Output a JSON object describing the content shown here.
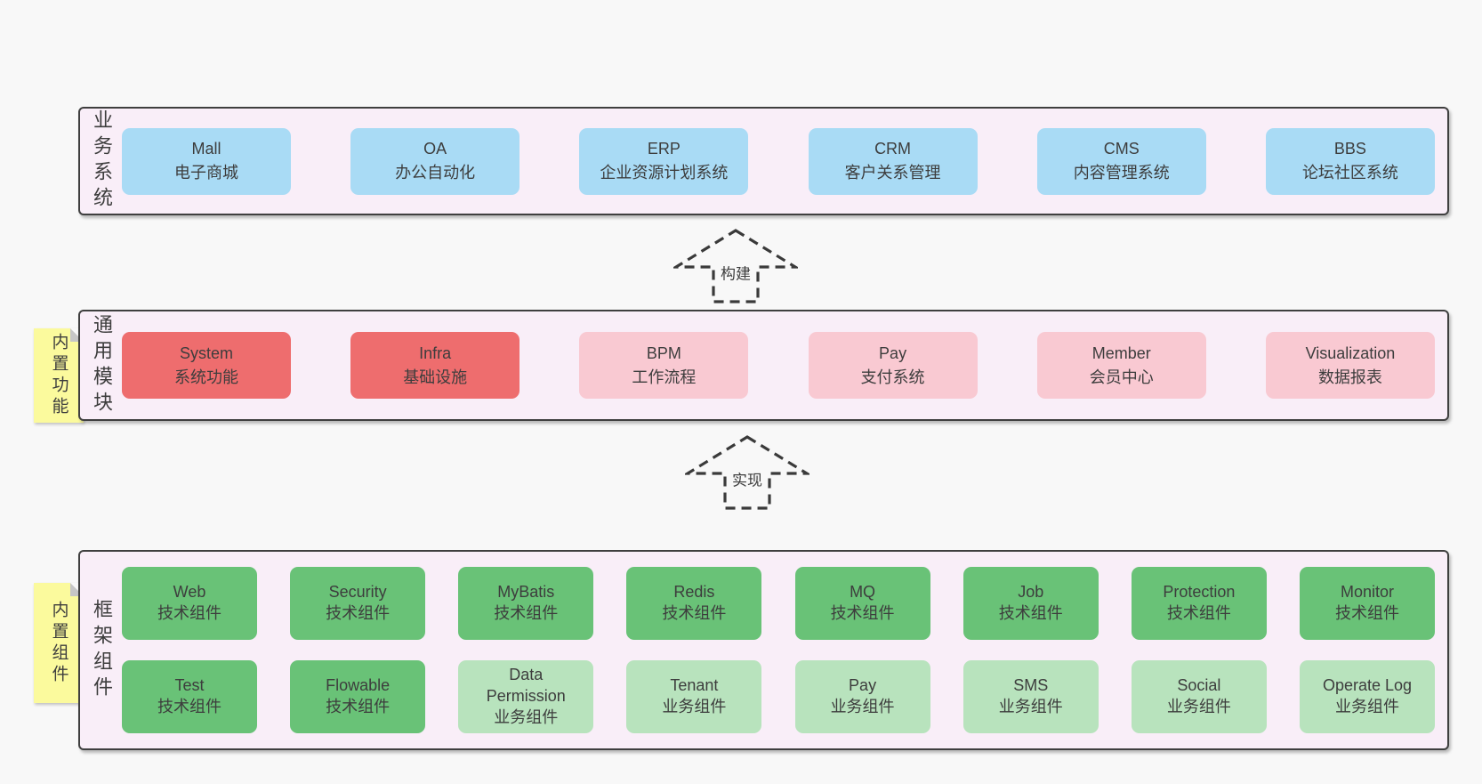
{
  "palette": {
    "page_bg": "#f8f8f8",
    "panel_bg": "#f9eef8",
    "panel_border": "#3f3f3f",
    "blue": "#a9dbf5",
    "red": "#ee6d6e",
    "pink": "#f9c9d2",
    "green": "#69c277",
    "light_green": "#b8e3bd",
    "sticky_yellow": "#fbfa9d",
    "text": "#3d3d3d"
  },
  "sections": {
    "business": {
      "label": "业务系统",
      "boxes": [
        {
          "en": "Mall",
          "zh": "电子商城"
        },
        {
          "en": "OA",
          "zh": "办公自动化"
        },
        {
          "en": "ERP",
          "zh": "企业资源计划系统"
        },
        {
          "en": "CRM",
          "zh": "客户关系管理"
        },
        {
          "en": "CMS",
          "zh": "内容管理系统"
        },
        {
          "en": "BBS",
          "zh": "论坛社区系统"
        }
      ]
    },
    "modules": {
      "label": "通用模块",
      "sticky": "内置功能",
      "boxes": [
        {
          "en": "System",
          "zh": "系统功能"
        },
        {
          "en": "Infra",
          "zh": "基础设施"
        },
        {
          "en": "BPM",
          "zh": "工作流程"
        },
        {
          "en": "Pay",
          "zh": "支付系统"
        },
        {
          "en": "Member",
          "zh": "会员中心"
        },
        {
          "en": "Visualization",
          "zh": "数据报表"
        }
      ]
    },
    "framework": {
      "label": "框架组件",
      "sticky": "内置组件",
      "row1": [
        {
          "en": "Web",
          "zh": "技术组件"
        },
        {
          "en": "Security",
          "zh": "技术组件"
        },
        {
          "en": "MyBatis",
          "zh": "技术组件"
        },
        {
          "en": "Redis",
          "zh": "技术组件"
        },
        {
          "en": "MQ",
          "zh": "技术组件"
        },
        {
          "en": "Job",
          "zh": "技术组件"
        },
        {
          "en": "Protection",
          "zh": "技术组件"
        },
        {
          "en": "Monitor",
          "zh": "技术组件"
        }
      ],
      "row2": [
        {
          "en": "Test",
          "zh": "技术组件"
        },
        {
          "en": "Flowable",
          "zh": "技术组件"
        },
        {
          "en": "Data\nPermission",
          "zh": "业务组件"
        },
        {
          "en": "Tenant",
          "zh": "业务组件"
        },
        {
          "en": "Pay",
          "zh": "业务组件"
        },
        {
          "en": "SMS",
          "zh": "业务组件"
        },
        {
          "en": "Social",
          "zh": "业务组件"
        },
        {
          "en": "Operate Log",
          "zh": "业务组件"
        }
      ]
    }
  },
  "arrows": {
    "build": "构建",
    "implement": "实现"
  }
}
